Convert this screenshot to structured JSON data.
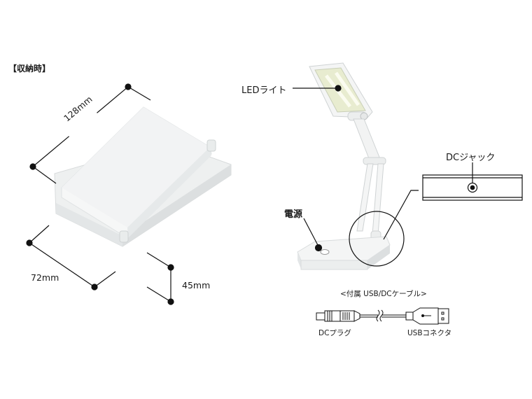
{
  "stored_section": {
    "title": "【収納時】",
    "dimensions": {
      "length": "128mm",
      "width": "72mm",
      "height": "45mm"
    }
  },
  "lamp_section": {
    "labels": {
      "led_light": "LEDライト",
      "dc_jack": "DCジャック",
      "power": "電源"
    }
  },
  "cable_section": {
    "title": "<付属 USB/DCケーブル>",
    "dc_plug": "DCプラグ",
    "usb_connector": "USBコネクタ"
  },
  "colors": {
    "line": "#111111",
    "device_white": "#f4f5f5",
    "device_shadow": "#dcdfe0",
    "led_panel": "#e8ecd0"
  }
}
